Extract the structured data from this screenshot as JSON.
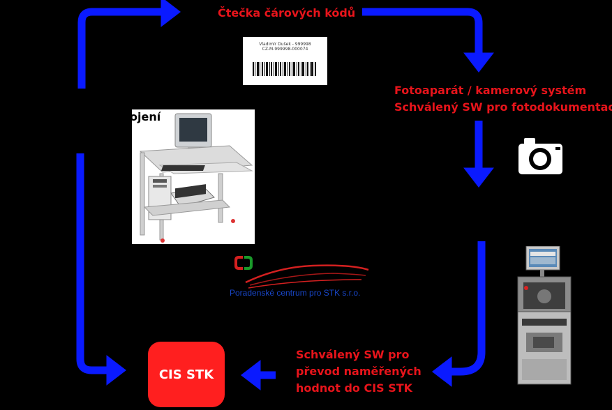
{
  "labels": {
    "barcode_reader": "Čtečka čárových kódů",
    "camera_line1": "Fotoaparát / kamerový systém",
    "camera_line2": "Schválený SW pro fotodokumentaci",
    "transfer_line1": "Schválený SW pro",
    "transfer_line2": "převod naměřených",
    "transfer_line3": "hodnot do CIS STK",
    "workstation_partial": "ojení",
    "cis_stk": "CIS STK"
  },
  "barcode_label": {
    "line1": "Vladimír Dušek - 999998",
    "line2": "CZ-M-999998-000074"
  },
  "logo": {
    "company": "Poradenské centrum pro STK s.r.o."
  },
  "icons": {
    "camera": "camera-icon",
    "computer": "computer-workstation-image",
    "station": "test-station-image"
  },
  "colors": {
    "background": "#000000",
    "arrow": "#0a1aff",
    "text_red": "#e8141b",
    "cis_box": "#ff1f1f",
    "logo_blue": "#1846c8"
  }
}
